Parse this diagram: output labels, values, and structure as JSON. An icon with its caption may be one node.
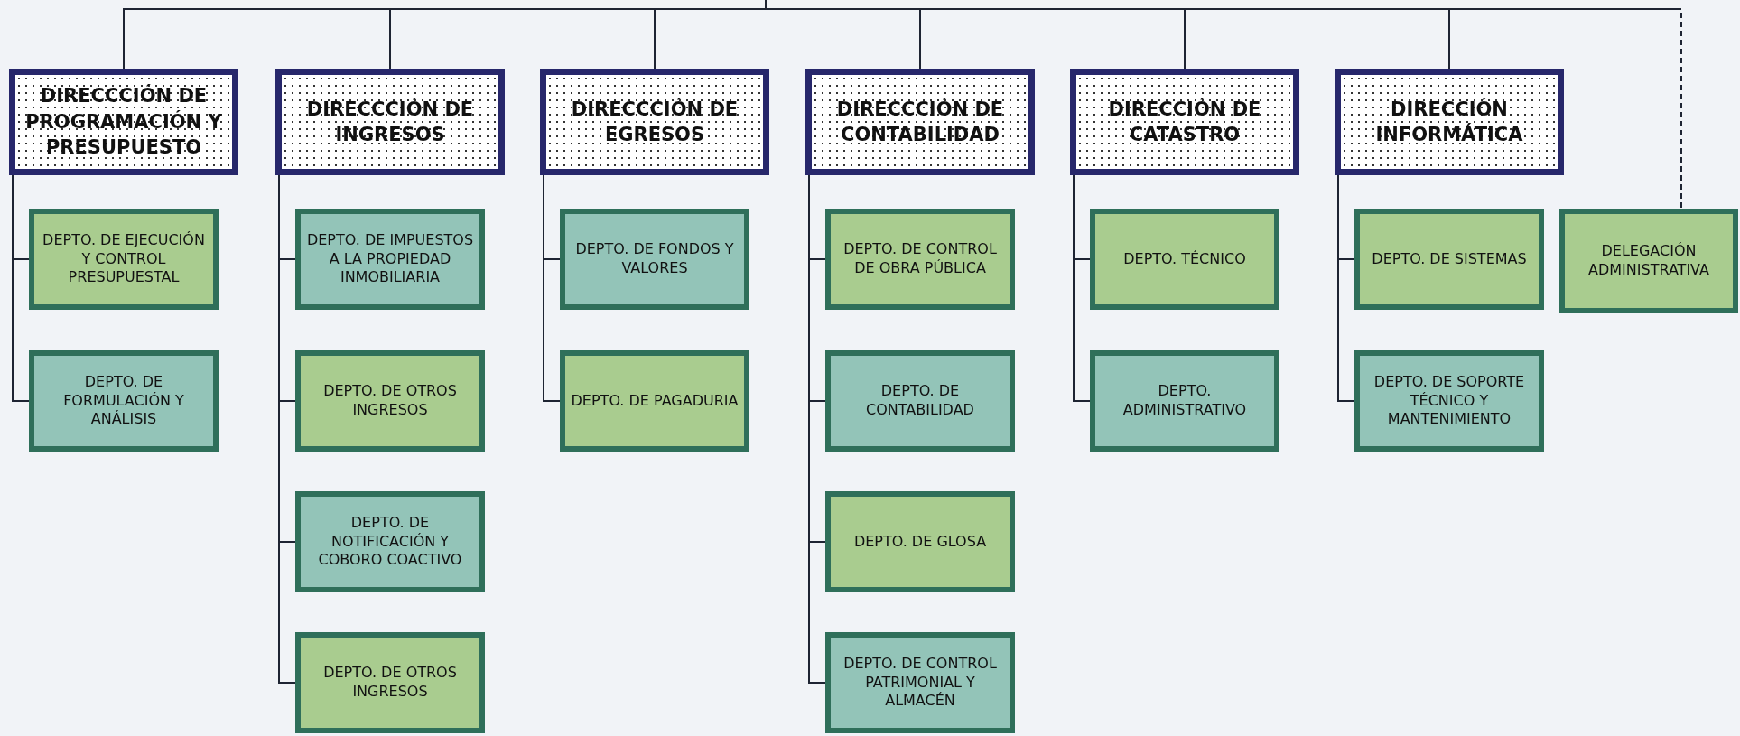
{
  "diagram": {
    "nodes": [
      {
        "text": [
          "DIRECCCIÓN DE PROGRAMACIÓN Y PRESUPUESTO"
        ]
      },
      {
        "text": [
          "DIRECCCIÓN DE INGRESOS"
        ]
      },
      {
        "text": [
          "DIRECCCIÓN DE EGRESOS"
        ]
      },
      {
        "text": [
          "DIRECCCIÓN DE CONTABILIDAD"
        ]
      },
      {
        "text": [
          "DIRECCIÓN DE CATASTRO"
        ]
      },
      {
        "text": [
          "DIRECCIÓN INFORMÁTICA"
        ]
      },
      {
        "text": [
          "DEPTO. DE EJECUCIÓN Y CONTROL PRESUPUESTAL"
        ]
      },
      {
        "text": [
          "DEPTO. DE FORMULACIÓN Y ANÁLISIS"
        ]
      },
      {
        "text": [
          "DEPTO. DE IMPUESTOS A LA PROPIEDAD INMOBILIARIA"
        ]
      },
      {
        "text": [
          "DEPTO. DE OTROS INGRESOS"
        ]
      },
      {
        "text": [
          "DEPTO. DE NOTIFICACIÓN Y COBORO COACTIVO"
        ]
      },
      {
        "text": [
          "DEPTO. DE OTROS INGRESOS"
        ]
      },
      {
        "text": [
          "DEPTO. DE FONDOS Y VALORES"
        ]
      },
      {
        "text": [
          "DEPTO. DE PAGADURIA"
        ]
      },
      {
        "text": [
          "DEPTO. DE CONTROL DE OBRA PÚBLICA"
        ]
      },
      {
        "text": [
          "DEPTO. DE CONTABILIDAD"
        ]
      },
      {
        "text": [
          "DEPTO. DE GLOSA"
        ]
      },
      {
        "text": [
          "DEPTO. DE CONTROL PATRIMONIAL Y ALMACÉN"
        ]
      },
      {
        "text": [
          "DEPTO. TÉCNICO"
        ]
      },
      {
        "text": [
          "DEPTO. ADMINISTRATIVO"
        ]
      },
      {
        "text": [
          "DEPTO. DE SISTEMAS"
        ]
      },
      {
        "text": [
          "DEPTO. DE SOPORTE TÉCNICO Y MANTENIMIENTO"
        ]
      },
      {
        "text": [
          "DELEGACIÓN ADMINISTRATIVA"
        ]
      }
    ],
    "edges": [
      {
        "from": null,
        "to": 0,
        "arrow": "none"
      },
      {
        "from": null,
        "to": 1,
        "arrow": "none"
      },
      {
        "from": null,
        "to": 2,
        "arrow": "none"
      },
      {
        "from": null,
        "to": 3,
        "arrow": "none"
      },
      {
        "from": null,
        "to": 4,
        "arrow": "none"
      },
      {
        "from": null,
        "to": 5,
        "arrow": "none"
      },
      {
        "from": null,
        "to": 22,
        "arrow": "none",
        "style": "dashed"
      },
      {
        "from": 0,
        "to": 6,
        "arrow": "none"
      },
      {
        "from": 0,
        "to": 7,
        "arrow": "none"
      },
      {
        "from": 1,
        "to": 8,
        "arrow": "none"
      },
      {
        "from": 1,
        "to": 9,
        "arrow": "none"
      },
      {
        "from": 1,
        "to": 10,
        "arrow": "none"
      },
      {
        "from": 1,
        "to": 11,
        "arrow": "none"
      },
      {
        "from": 2,
        "to": 12,
        "arrow": "none"
      },
      {
        "from": 2,
        "to": 13,
        "arrow": "none"
      },
      {
        "from": 3,
        "to": 14,
        "arrow": "none"
      },
      {
        "from": 3,
        "to": 15,
        "arrow": "none"
      },
      {
        "from": 3,
        "to": 16,
        "arrow": "none"
      },
      {
        "from": 3,
        "to": 17,
        "arrow": "none"
      },
      {
        "from": 4,
        "to": 18,
        "arrow": "none"
      },
      {
        "from": 4,
        "to": 19,
        "arrow": "none"
      },
      {
        "from": 5,
        "to": 20,
        "arrow": "none"
      },
      {
        "from": 5,
        "to": 21,
        "arrow": "none"
      }
    ]
  }
}
